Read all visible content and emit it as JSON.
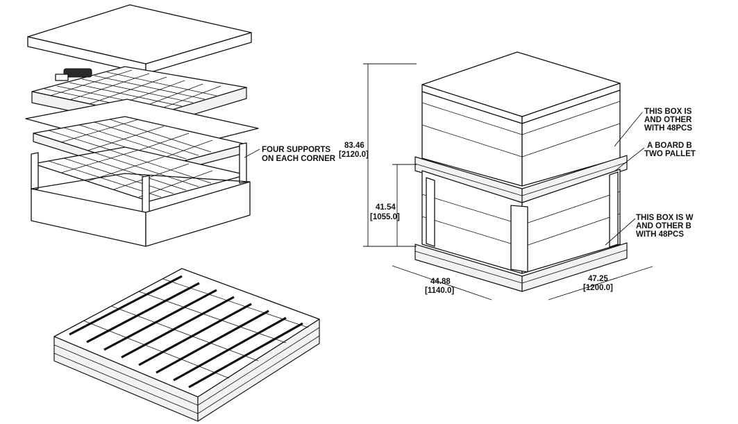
{
  "callouts": {
    "supports": [
      "FOUR SUPPORTS",
      "ON EACH CORNER"
    ],
    "top_box": [
      "THIS BOX IS",
      "AND OTHER",
      "WITH 48PCS"
    ],
    "board": [
      "A BOARD B",
      "TWO PALLET"
    ],
    "bottom_box": [
      "THIS BOX IS W",
      "AND OTHER B",
      "WITH 48PCS"
    ]
  },
  "dimensions": {
    "total_height": {
      "in": "83.46",
      "mm": "[2120.0]"
    },
    "box_height": {
      "in": "41.54",
      "mm": "[1055.0]"
    },
    "depth": {
      "in": "44.88",
      "mm": "[1140.0]"
    },
    "width": {
      "in": "47.25",
      "mm": "[1200.0]"
    }
  }
}
